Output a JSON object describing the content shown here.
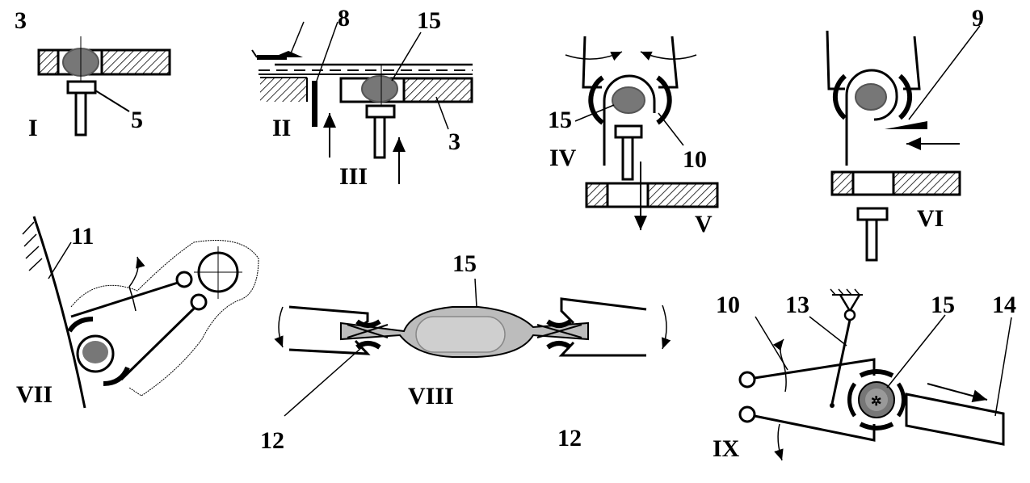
{
  "stage_labels": {
    "I": "I",
    "II": "II",
    "III": "III",
    "IV": "IV",
    "V": "V",
    "VI": "VI",
    "VII": "VII",
    "VIII": "VIII",
    "IX": "IX"
  },
  "part_numbers": {
    "p3a": "3",
    "p5": "5",
    "p8": "8",
    "p15a": "15",
    "p3b": "3",
    "p15b": "15",
    "p10a": "10",
    "p9": "9",
    "p11": "11",
    "p15c": "15",
    "p12a": "12",
    "p12b": "12",
    "p10b": "10",
    "p13": "13",
    "p15d": "15",
    "p14": "14"
  },
  "colors": {
    "ink": "#000000",
    "candy": "#777777",
    "wrapper": "#bcbcbc",
    "paper": "#ffffff"
  }
}
